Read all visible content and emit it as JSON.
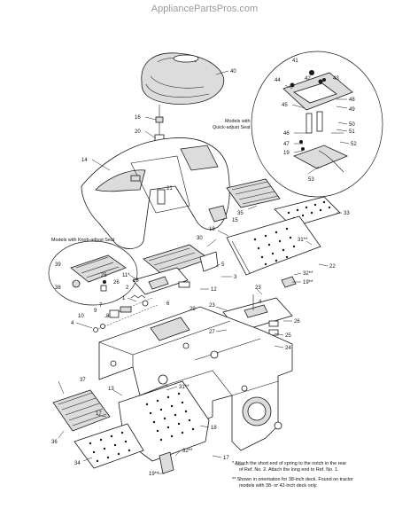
{
  "watermark": "AppliancePartsPros.com",
  "inset_titles": {
    "quick_adjust": [
      "Models with",
      "Quick-adjust Seat"
    ],
    "knob_adjust": "Models with Knob-adjust Seat"
  },
  "notes": {
    "note1": [
      "*  Attach the short end of spring to the notch in the rear",
      "of Ref. No. 2. Attach the long end to Ref. No. 1."
    ],
    "note2": [
      "** Shown in orientation for 38-inch deck. Found on tractor",
      "models with 38- or 42-inch deck only."
    ]
  },
  "callouts": {
    "c40": "40",
    "c41": "41",
    "c42": "42",
    "c43": "43",
    "c44": "44",
    "c45": "45",
    "c46": "46",
    "c47": "47",
    "c48": "48",
    "c49": "49",
    "c50": "50",
    "c51": "51",
    "c52": "52",
    "c53": "53",
    "c16": "16",
    "c20": "20",
    "c14": "14",
    "c21": "21",
    "c35": "35",
    "c33": "33",
    "c18": "18",
    "c15": "15",
    "c31a": "31**",
    "c22": "22",
    "c32a": "32**",
    "c19a": "19**",
    "c30": "30",
    "c5": "5",
    "c3": "3",
    "c39": "39",
    "c38": "38",
    "c25": "25",
    "c26a": "26",
    "c11": "11*",
    "c28": "28",
    "c2": "2",
    "c1": "1",
    "c12": "12",
    "c7": "7",
    "c9": "9",
    "c8": "8",
    "c6": "6",
    "c29": "29",
    "c10": "10",
    "c4a": "4",
    "c23a": "23",
    "c23b": "23",
    "c4b": "4",
    "c26b": "26",
    "c27": "27",
    "c25b": "25",
    "c24": "24",
    "c37": "37",
    "c13": "13",
    "c31b": "31**",
    "c17a": "17",
    "c18b": "18",
    "c36": "36",
    "c34": "34",
    "c32b": "32**",
    "c17b": "17",
    "c19b": "19**",
    "c19c": "19"
  }
}
